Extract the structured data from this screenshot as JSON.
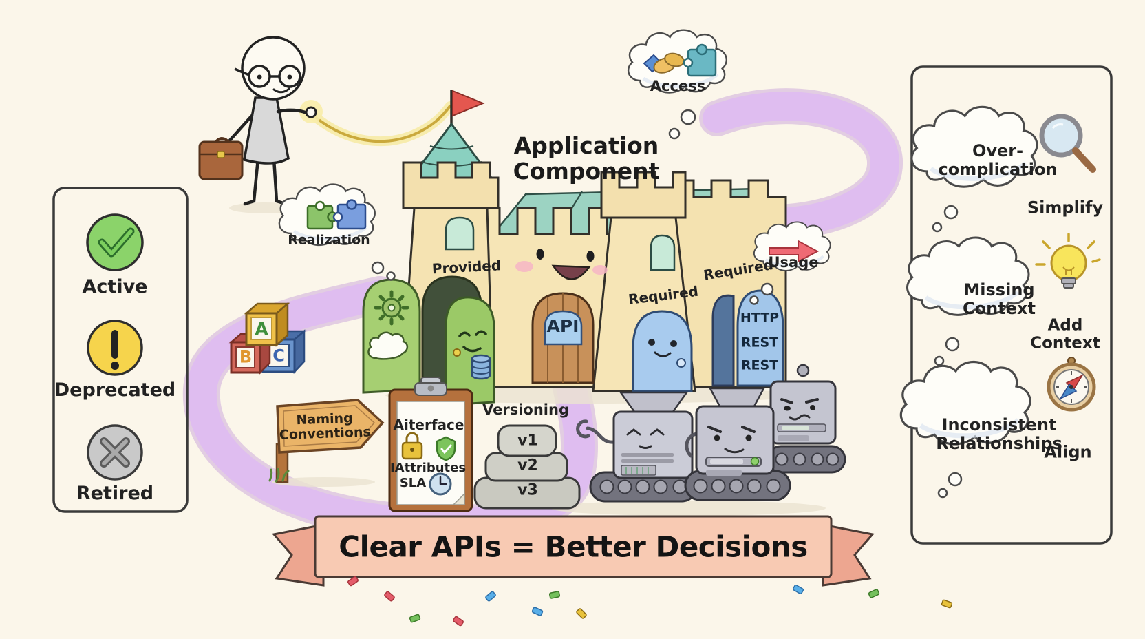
{
  "title": {
    "text": "Application Component"
  },
  "status_legend": {
    "items": [
      {
        "label": "Active",
        "icon": "check-circle-icon",
        "color": "#8bd36a"
      },
      {
        "label": "Deprecated",
        "icon": "exclamation-circle-icon",
        "color": "#f6d44c"
      },
      {
        "label": "Retired",
        "icon": "x-circle-icon",
        "color": "#c9c9c9"
      }
    ]
  },
  "castle": {
    "provided_label": "Provided",
    "api_door_label": "API",
    "required_tower_label": "Required",
    "required_wall_label": "Required",
    "protocols": [
      "HTTP",
      "REST",
      "REST"
    ]
  },
  "thought_clouds": {
    "realization": {
      "label": "Realization",
      "icon": "puzzle-pieces-icon"
    },
    "access": {
      "label": "Access",
      "icon": "handshake-puzzle-icon"
    },
    "usage": {
      "label": "Usage",
      "icon": "red-arrow-icon"
    }
  },
  "signpost": {
    "label": "Naming Conventions"
  },
  "clipboard": {
    "title": "Aiterface",
    "row2": "IAttributes",
    "row3": "SLA",
    "icons": [
      "lock-icon",
      "shield-check-icon",
      "clock-icon"
    ]
  },
  "versioning": {
    "label": "Versioning",
    "levels": [
      "v1",
      "v2",
      "v3"
    ]
  },
  "toy_blocks": {
    "letters": [
      "A",
      "B",
      "C"
    ]
  },
  "advice_panel": {
    "items": [
      {
        "problem": "Over-complication",
        "solution": "Simplify",
        "icon": "magnifying-glass-icon"
      },
      {
        "problem": "Missing Context",
        "solution": "Add Context",
        "icon": "lightbulb-icon"
      },
      {
        "problem": "Inconsistent Relationships",
        "solution": "Align",
        "icon": "compass-icon"
      }
    ]
  },
  "banner": {
    "text": "Clear APIs = Better Decisions"
  },
  "colors": {
    "background": "#fbf6ea",
    "castle_tan": "#f5e3b2",
    "roof_teal": "#9cd3c2",
    "path_purple": "#dcbaee",
    "provided_green": "#a6cf72",
    "required_blue": "#a8cbee",
    "banner_pink": "#f8cab3",
    "string_yellow": "#f6eaa2"
  }
}
